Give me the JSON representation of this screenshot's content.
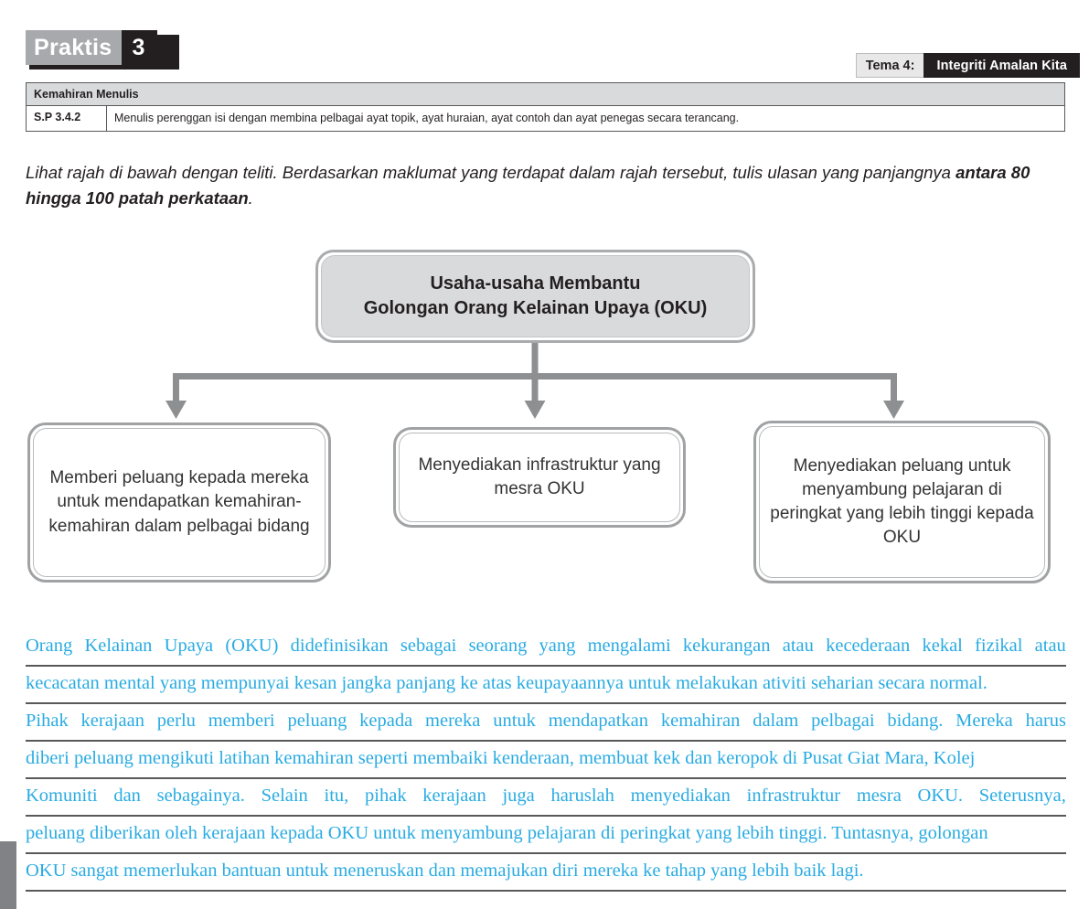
{
  "header": {
    "praktis_label": "Praktis",
    "praktis_number": "3",
    "tema_label": "Tema 4:",
    "tema_value": "Integriti Amalan Kita"
  },
  "skill_table": {
    "section_title": "Kemahiran Menulis",
    "code": "S.P 3.4.2",
    "description": "Menulis perenggan isi dengan membina pelbagai ayat topik, ayat huraian, ayat contoh dan ayat penegas secara terancang."
  },
  "instruction": {
    "part1": "Lihat rajah di bawah dengan teliti. Berdasarkan maklumat yang terdapat dalam rajah tersebut, tulis ulasan yang panjangnya ",
    "bold": "antara 80 hingga 100 patah perkataan",
    "part2": "."
  },
  "diagram": {
    "root": {
      "line1": "Usaha-usaha Membantu",
      "line2": "Golongan Orang Kelainan Upaya (OKU)"
    },
    "branches": [
      {
        "id": "branch-a",
        "text": "Memberi peluang kepada mereka untuk mendapatkan kemahiran-kemahiran dalam pelbagai bidang"
      },
      {
        "id": "branch-b",
        "text": "Menyediakan infrastruktur yang mesra OKU"
      },
      {
        "id": "branch-c",
        "text": "Menyediakan peluang untuk menyambung pelajaran di peringkat yang lebih tinggi kepada OKU"
      }
    ],
    "connector_color": "#8d8f91"
  },
  "answer": {
    "text_color": "#29abe2",
    "lines": [
      {
        "justified": true,
        "words": [
          "Orang",
          "Kelainan",
          "Upaya",
          "(OKU)",
          "didefinisikan",
          "sebagai",
          "seorang",
          "yang",
          "mengalami",
          "kekurangan",
          "atau",
          "kecederaan",
          "kekal",
          "fizikal",
          "atau"
        ]
      },
      {
        "justified": false,
        "text": "kecacatan mental yang mempunyai kesan jangka panjang ke atas keupayaannya untuk melakukan ativiti seharian secara normal."
      },
      {
        "justified": true,
        "words": [
          "Pihak",
          "kerajaan",
          "perlu",
          "memberi",
          "peluang",
          "kepada",
          "mereka",
          "untuk",
          "mendapatkan",
          "kemahiran",
          "dalam",
          "pelbagai",
          "bidang.",
          "Mereka",
          "harus"
        ]
      },
      {
        "justified": false,
        "text": "diberi peluang mengikuti latihan kemahiran seperti membaiki kenderaan, membuat kek dan keropok di Pusat Giat Mara, Kolej"
      },
      {
        "justified": true,
        "words": [
          "Komuniti",
          "dan",
          "sebagainya.",
          "Selain",
          "itu,",
          "pihak",
          "kerajaan",
          "juga",
          "haruslah",
          "menyediakan",
          "infrastruktur",
          "mesra",
          "OKU.",
          "Seterusnya,"
        ]
      },
      {
        "justified": false,
        "text": "peluang diberikan oleh kerajaan kepada OKU untuk menyambung pelajaran di peringkat yang lebih tinggi. Tuntasnya, golongan"
      },
      {
        "justified": false,
        "text": "OKU sangat memerlukan bantuan untuk meneruskan dan memajukan diri mereka ke tahap yang lebih baik lagi."
      }
    ]
  }
}
